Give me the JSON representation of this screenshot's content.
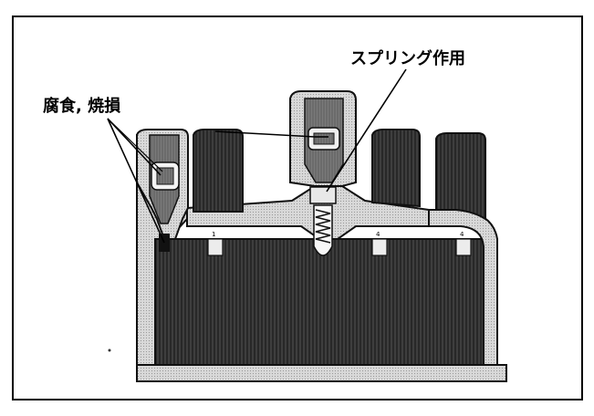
{
  "callouts": {
    "spring_action": "スプリング作用",
    "corrosion_burn": "腐食, 焼損"
  },
  "terminal_marks": [
    "1",
    "4",
    "4"
  ],
  "colors": {
    "background": "#ffffff",
    "ink": "#000000",
    "body_dark": "#2a2a2a",
    "body_mid": "#6e6e6e",
    "body_light": "#bdbdbd",
    "cap_outline": "#111111"
  }
}
